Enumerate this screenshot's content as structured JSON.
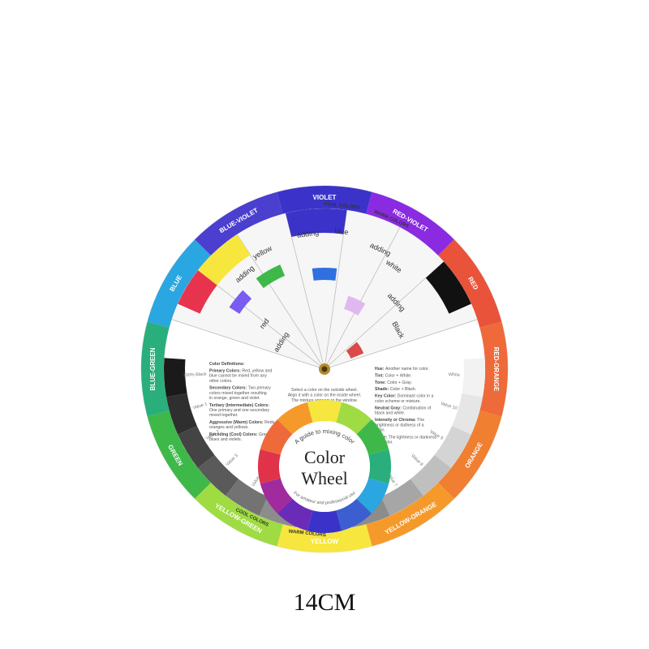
{
  "caption": "14CM",
  "segments": [
    {
      "label": "VIOLET",
      "color": "#3b33c9",
      "start": -15,
      "end": 15
    },
    {
      "label": "RED-VIOLET",
      "color": "#8a2be2",
      "start": 15,
      "end": 45
    },
    {
      "label": "RED",
      "color": "#e8533a",
      "start": 45,
      "end": 75
    },
    {
      "label": "RED-ORANGE",
      "color": "#ee6a3a",
      "start": 75,
      "end": 105
    },
    {
      "label": "ORANGE",
      "color": "#f07f32",
      "start": 105,
      "end": 135
    },
    {
      "label": "YELLOW-ORANGE",
      "color": "#f59a2a",
      "start": 135,
      "end": 165
    },
    {
      "label": "YELLOW",
      "color": "#f7e63d",
      "start": 165,
      "end": 195
    },
    {
      "label": "YELLOW-GREEN",
      "color": "#9fdb42",
      "start": 195,
      "end": 225
    },
    {
      "label": "GREEN",
      "color": "#3fb84a",
      "start": 225,
      "end": 255
    },
    {
      "label": "BLUE-GREEN",
      "color": "#2aaf7c",
      "start": 255,
      "end": 285
    },
    {
      "label": "BLUE",
      "color": "#2aa6e0",
      "start": 285,
      "end": 315
    },
    {
      "label": "BLUE-VIOLET",
      "color": "#4a3fcf",
      "start": 315,
      "end": 345
    }
  ],
  "temperature": {
    "cool_top": "COOL COLORS",
    "warm_top": "WARM COLORS",
    "cool_bottom": "COOL COLORS",
    "warm_bottom": "WARM COLORS"
  },
  "adding": {
    "yellow": "yellow",
    "blue": "blue",
    "white": "white",
    "black": "Black",
    "red": "red",
    "adding": "adding"
  },
  "values_left": [
    "100% Black",
    "Value 1",
    "Value 2",
    "Value 3",
    "Value 4",
    "Value 5",
    "Gray Scale"
  ],
  "values_right": [
    "White",
    "Value 10",
    "Value 9",
    "Value 8",
    "Value 7",
    "Value 6",
    "Gray Scale"
  ],
  "instruction": [
    "Select a color on the outside wheel.",
    "Align it with a color on the inside wheel.",
    "The mixture appears in the window."
  ],
  "definitions_left": [
    {
      "key": "Color Definitions:",
      "text": ""
    },
    {
      "key": "Primary Colors:",
      "text": "Red, yellow and blue cannot be mixed from any other colors."
    },
    {
      "key": "Secondary Colors:",
      "text": "Two primary colors mixed together resulting in orange, green and violet."
    },
    {
      "key": "Tertiary (Intermediate) Colors:",
      "text": "One primary and one secondary mixed together."
    },
    {
      "key": "Aggressive (Warm) Colors:",
      "text": "Reds, oranges and yellows."
    },
    {
      "key": "Receding (Cool) Colors:",
      "text": "Greens, blues and violets."
    }
  ],
  "definitions_right": [
    {
      "key": "Hue:",
      "text": "Another name for color."
    },
    {
      "key": "Tint:",
      "text": "Color + White."
    },
    {
      "key": "Tone:",
      "text": "Color + Gray."
    },
    {
      "key": "Shade:",
      "text": "Color + Black."
    },
    {
      "key": "Key Color:",
      "text": "Dominant color in a color scheme or mixture."
    },
    {
      "key": "Neutral Gray:",
      "text": "Combination of black and white."
    },
    {
      "key": "Intensity or Chroma:",
      "text": "The brightness or dullness of a color."
    },
    {
      "key": "Value:",
      "text": "The lightness or darkness of a color."
    }
  ],
  "center": {
    "title_line1": "Color",
    "title_line2": "Wheel",
    "arc_top": "A guide to mixing color",
    "arc_bottom": "For amateur and professional use"
  },
  "inner_ring_colors": [
    "#f7e63d",
    "#9fdb42",
    "#3fb84a",
    "#2aaf7c",
    "#2aa6e0",
    "#3b5fd0",
    "#3b33c9",
    "#6a2bb8",
    "#a02b9f",
    "#e0334a",
    "#ee6a3a",
    "#f59a2a"
  ],
  "window_colors": {
    "green": "#3fb84a",
    "purple": "#7a5cf0",
    "blue": "#2f6fe0",
    "lavender": "#e0b8f0",
    "red": "#d94a4a",
    "yellow": "#f7e63d",
    "pink": "#e8334f"
  },
  "gray_scale": [
    "#1a1a1a",
    "#2f2f2f",
    "#444444",
    "#5a5a5a",
    "#737373",
    "#8c8c8c",
    "#a6a6a6",
    "#bfbfbf",
    "#d4d4d4",
    "#e6e6e6",
    "#f2f2f2"
  ]
}
